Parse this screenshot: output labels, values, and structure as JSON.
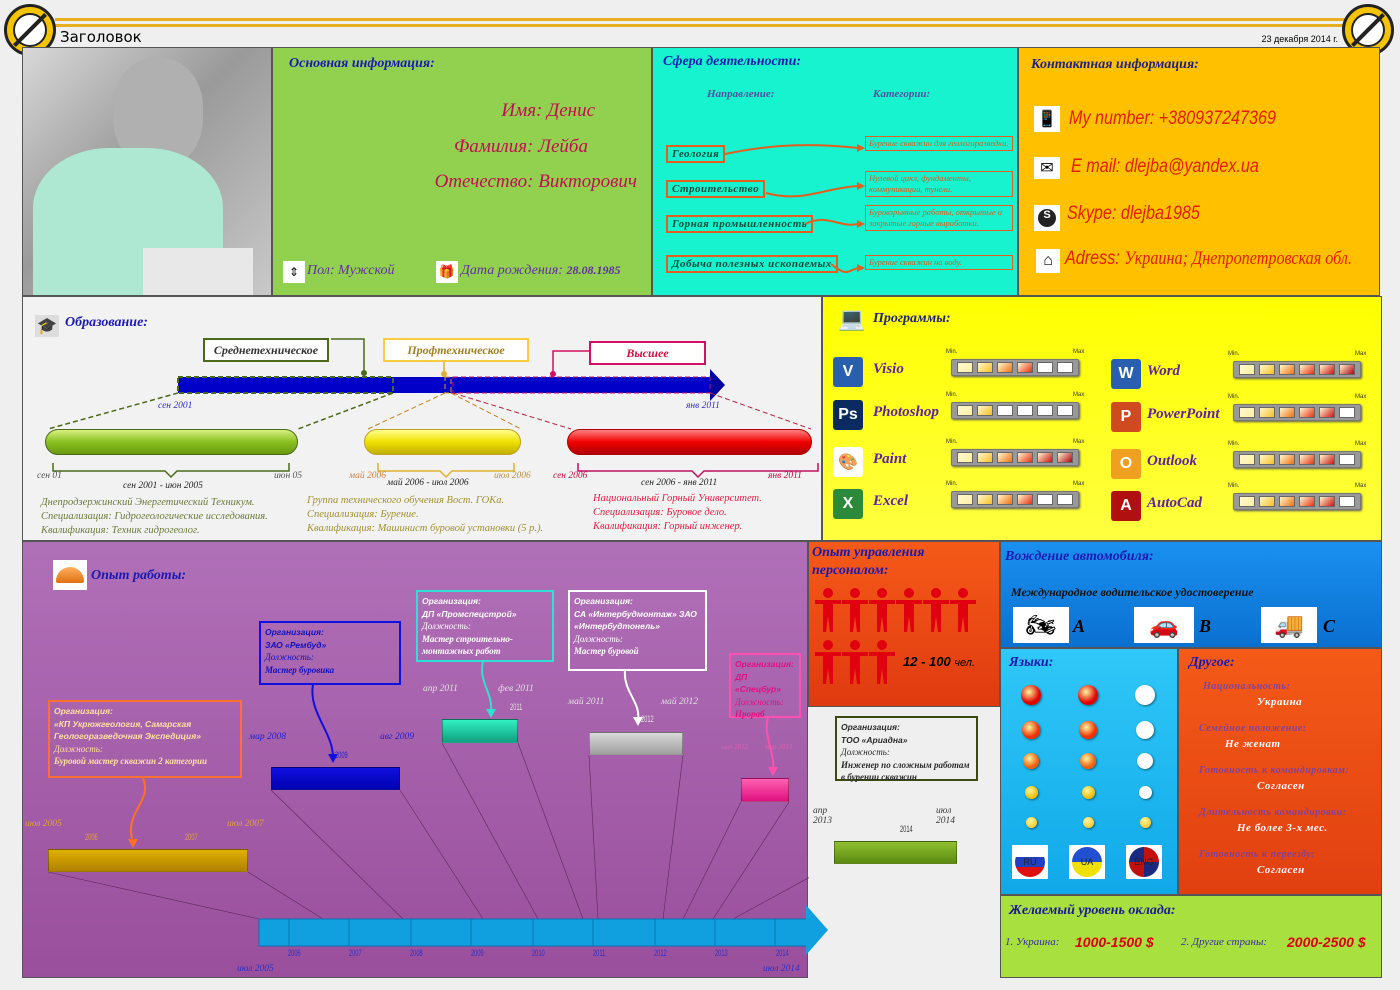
{
  "header": {
    "title": "Заголовок",
    "date": "23 декабря 2014 г."
  },
  "basic": {
    "title": "Основная информация:",
    "name": "Имя: Денис",
    "surname": "Фамилия: Лейба",
    "patronymic": "Отечество: Викторович",
    "gender": "Пол: Мужской",
    "birth_label": "Дата рождения:",
    "birth_date": "28.08.1985"
  },
  "sphere": {
    "title": "Сфера деятельности:",
    "dir_header": "Направление:",
    "cat_header": "Категории:",
    "items": [
      {
        "direction": "Геология",
        "category": "Бурение скважин для геологоразведки."
      },
      {
        "direction": "Строительство",
        "category": "Нулевой цикл, фундаменты, коммуникации, тунели."
      },
      {
        "direction": "Горная промышленность",
        "category": "Буровзрывные работы, открытые и закрытые горные выработки."
      },
      {
        "direction": "Добыча полезных ископаемых",
        "category": "Бурение скважин на воду."
      }
    ]
  },
  "contacts": {
    "title": "Контактная информация:",
    "phone": "My number: +380937247369",
    "email": "E mail: dlejba@yandex.ua",
    "skype": "Skype: dlejba1985",
    "address_label": "Adress:",
    "address": "Украина; Днепропетровская обл."
  },
  "education": {
    "title": "Образование:",
    "start": "сен 2001",
    "end": "янв 2011",
    "items": [
      {
        "label": "Среднетехническое",
        "from": "сен 01",
        "to": "июн 05",
        "range": "сен 2001 - июн 2005",
        "lines": [
          "Днепродзержинский Энергетический Техникум.",
          "Специализация: Гидрогеологические исследования.",
          "Квалификация: Техник гидрогеолог."
        ],
        "color": "#4a6a1a"
      },
      {
        "label": "Профтехническое",
        "from": "май 2006",
        "to": "июл 2006",
        "range": "май 2006 - июл 2006",
        "lines": [
          "Группа технического обучения Вост. ГОКа.",
          "Специализация: Бурение.",
          "Квалификация: Машинист буровой установки (5 р.)."
        ],
        "color": "#b09020"
      },
      {
        "label": "Высшее",
        "from": "сен 2006",
        "to": "янв 2011",
        "range": "сен 2006 - янв 2011",
        "lines": [
          "Национальный Горный Университет.",
          "Специализация: Буровое дело.",
          "Квалификация: Горный инженер."
        ],
        "color": "#d01040"
      }
    ]
  },
  "programs": {
    "title": "Программы:",
    "min": "Min.",
    "max": "Max",
    "items": [
      {
        "name": "Visio",
        "level": 4,
        "icon": "V",
        "color": "#2a5fb0"
      },
      {
        "name": "Photoshop",
        "level": 2,
        "icon": "Ps",
        "color": "#0a2a60"
      },
      {
        "name": "Paint",
        "level": 6,
        "icon": "🎨",
        "color": "#ffffff"
      },
      {
        "name": "Excel",
        "level": 4,
        "icon": "X",
        "color": "#2a8a3a"
      },
      {
        "name": "Word",
        "level": 6,
        "icon": "W",
        "color": "#2a5fb0"
      },
      {
        "name": "PowerPoint",
        "level": 5,
        "icon": "P",
        "color": "#d04a20"
      },
      {
        "name": "Outlook",
        "level": 5,
        "icon": "O",
        "color": "#f0a020"
      },
      {
        "name": "AutoCad",
        "level": 5,
        "icon": "A",
        "color": "#b01010"
      }
    ]
  },
  "work": {
    "title": "Опыт работы:",
    "start": "июл 2005",
    "end": "июл 2014",
    "years": [
      "2006",
      "2007",
      "2008",
      "2009",
      "2010",
      "2011",
      "2012",
      "2013",
      "2014"
    ],
    "org_label": "Организация:",
    "pos_label": "Должность:",
    "jobs": [
      {
        "org": "«КП Укрюжгеология, Самарская Геологоразведочная Экспедиция»",
        "position": "Буровой мастер скважин 2 категории",
        "from": "июл 2005",
        "to": "июл 2007",
        "years": [
          "2006",
          "2007"
        ]
      },
      {
        "org": "ЗАО «Рембуд»",
        "position": "Мастер буровика",
        "from": "мар 2008",
        "to": "авг 2009",
        "years": [
          "2009"
        ]
      },
      {
        "org": "ДП «Промспецстрой»",
        "position": "Мастер строительно-монтажных работ",
        "from": "апр 2011",
        "to": "фев 2011",
        "years": [
          "2011"
        ]
      },
      {
        "org": "СА «Интербудмонтаж» ЗАО «Интербудтонель»",
        "position": "Мастер буровой",
        "from": "май 2011",
        "to": "май 2012",
        "years": [
          "2012"
        ]
      },
      {
        "org": "ДП «Спецбур»",
        "position": "Прораб",
        "from": "июл 2012",
        "to": "мар 2013",
        "years": []
      },
      {
        "org": "ТОО «Ариадна»",
        "position": "Инженер по сложным работам в бурении скважин",
        "from": "апр 2013",
        "to": "июл 2014",
        "years": [
          "2014"
        ]
      }
    ]
  },
  "management": {
    "title": "Опыт управления персоналом:",
    "value": "12 - 100",
    "unit": "чел."
  },
  "driving": {
    "title": "Вождение автомобиля:",
    "subtitle": "Международное водительское удостоверение",
    "categories": [
      "A",
      "B",
      "C"
    ]
  },
  "languages": {
    "title": "Языки:",
    "items": [
      {
        "code": "RU",
        "level": 5
      },
      {
        "code": "UA",
        "level": 5
      },
      {
        "code": "ENG",
        "level": 1
      }
    ]
  },
  "other": {
    "title": "Другое:",
    "items": [
      {
        "label": "Национальность:",
        "value": "Украина"
      },
      {
        "label": "Семейное положение:",
        "value": "Не женат"
      },
      {
        "label": "Готовность к командировкам:",
        "value": "Согласен"
      },
      {
        "label": "Длительность командировки:",
        "value": "Не более 3-х мес."
      },
      {
        "label": "Готовность к переезду:",
        "value": "Согласен"
      }
    ]
  },
  "salary": {
    "title": "Желаемый уровень оклада:",
    "items": [
      {
        "label": "1. Украина:",
        "value": "1000-1500 $"
      },
      {
        "label": "2. Другие страны:",
        "value": "2000-2500 $"
      }
    ]
  }
}
